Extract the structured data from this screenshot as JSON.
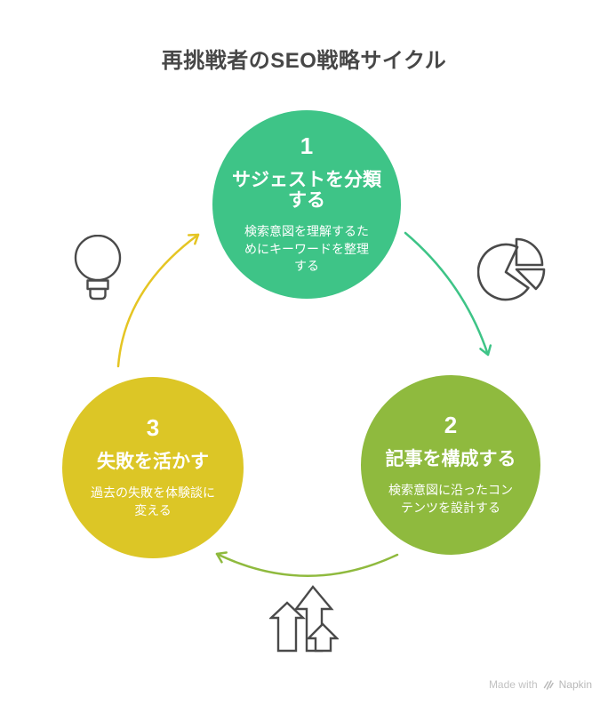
{
  "title": "再挑戦者のSEO戦略サイクル",
  "steps": [
    {
      "number": "1",
      "title": "サジェストを分類する",
      "description": "検索意図を理解するためにキーワードを整理する"
    },
    {
      "number": "2",
      "title": "記事を構成する",
      "description": "検索意図に沿ったコンテンツを設計する"
    },
    {
      "number": "3",
      "title": "失敗を活かす",
      "description": "過去の失敗を体験談に変える"
    }
  ],
  "icons": {
    "between_step3_and_step1": "lightbulb-icon",
    "between_step1_and_step2": "pie-chart-icon",
    "between_step2_and_step3": "growth-arrows-icon"
  },
  "colors": {
    "step1_fill": "#3ec487",
    "step2_fill": "#8fba3e",
    "step3_fill": "#dcc626",
    "arrow_1_to_2": "#3ec487",
    "arrow_2_to_3": "#8fba3e",
    "arrow_3_to_1": "#e5c523",
    "title_text": "#474747",
    "step_text": "#ffffff",
    "icon_stroke": "#4a4a4a",
    "footer_text": "#c2c2c2",
    "background": "#ffffff"
  },
  "footer": {
    "made_with": "Made with",
    "brand": "Napkin"
  }
}
